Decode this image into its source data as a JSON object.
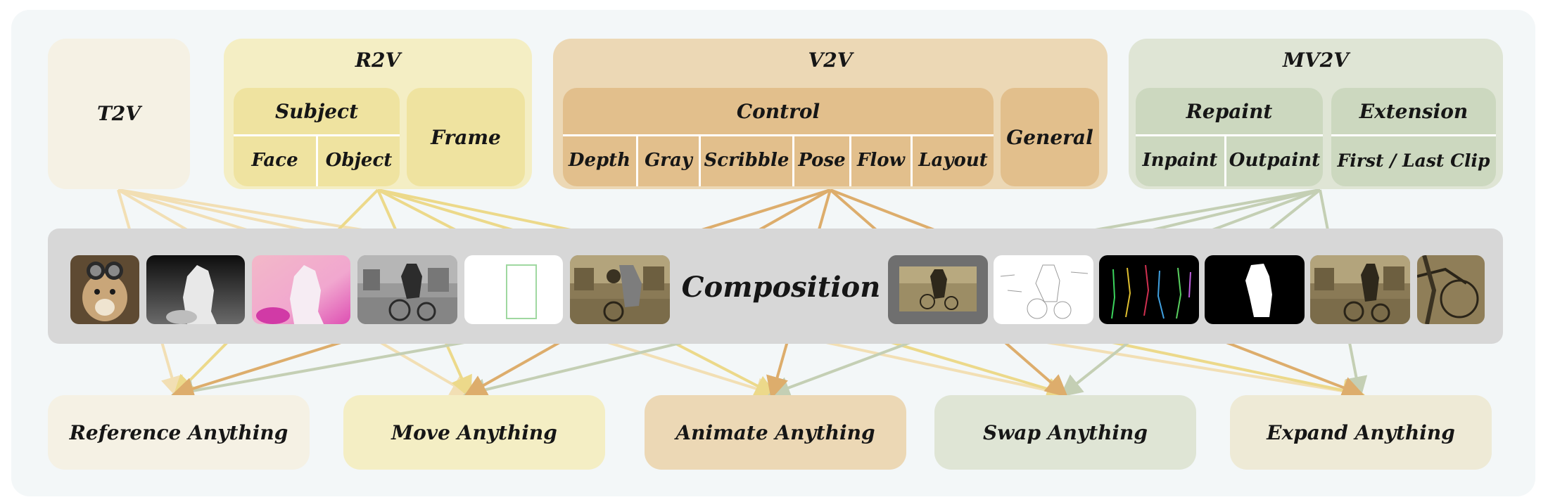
{
  "categories": {
    "t2v": {
      "title": "T2V"
    },
    "r2v": {
      "title": "R2V",
      "subject": {
        "title": "Subject",
        "items": [
          "Face",
          "Object"
        ]
      },
      "frame": "Frame"
    },
    "v2v": {
      "title": "V2V",
      "control": {
        "title": "Control",
        "items": [
          "Depth",
          "Gray",
          "Scribble",
          "Pose",
          "Flow",
          "Layout"
        ]
      },
      "general": "General"
    },
    "mv2v": {
      "title": "MV2V",
      "repaint": {
        "title": "Repaint",
        "items": [
          "Inpaint",
          "Outpaint"
        ]
      },
      "extension": {
        "title": "Extension",
        "items": [
          "First / Last Clip"
        ]
      }
    }
  },
  "composition": {
    "label": "Composition"
  },
  "outputs": [
    "Reference Anything",
    "Move Anything",
    "Animate Anything",
    "Swap Anything",
    "Expand Anything"
  ],
  "colors": {
    "t2v": "#f5f1e4",
    "r2v": "#f4eec4",
    "r2v_inner": "#efe3a0",
    "v2v": "#ecd8b5",
    "v2v_inner": "#e2bf8c",
    "mv2v": "#dfe5d5",
    "mv2v_inner": "#ccd8bf",
    "composition_bar": "#d7d7d7",
    "arrow_t2v": "#f2dfb4",
    "arrow_r2v": "#ecd98a",
    "arrow_v2v": "#ddad6c",
    "arrow_mv2v": "#c4cfb4"
  }
}
